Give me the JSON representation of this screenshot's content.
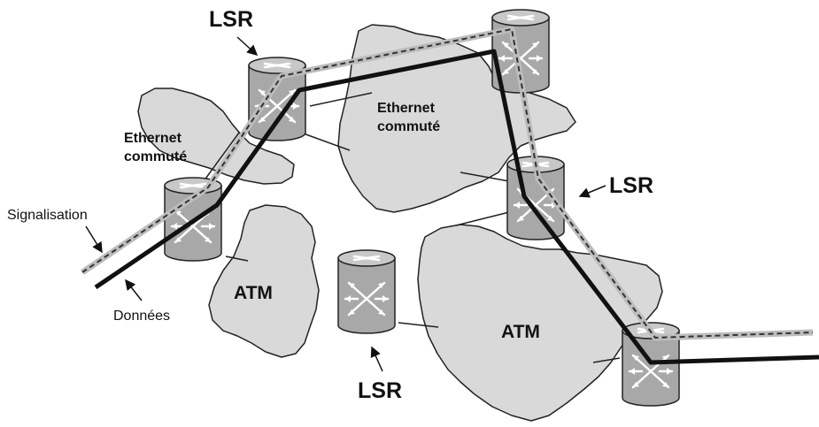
{
  "labels": {
    "lsr_top": "LSR",
    "lsr_right": "LSR",
    "lsr_bottom": "LSR",
    "ethernet_center_line1": "Ethernet",
    "ethernet_center_line2": "commuté",
    "ethernet_left_line1": "Ethernet",
    "ethernet_left_line2": "commuté",
    "atm_left": "ATM",
    "atm_right": "ATM",
    "signalisation": "Signalisation",
    "donnees": "Données"
  },
  "colors": {
    "cloud_fill": "#d9d9d9",
    "router_body": "#a8a8a8",
    "router_top": "#c8c8c8",
    "data_path": "#111111",
    "signal_outer": "#bdbdbd",
    "signal_inner": "#333333"
  },
  "icons": {
    "router": "lsr-router-icon"
  }
}
